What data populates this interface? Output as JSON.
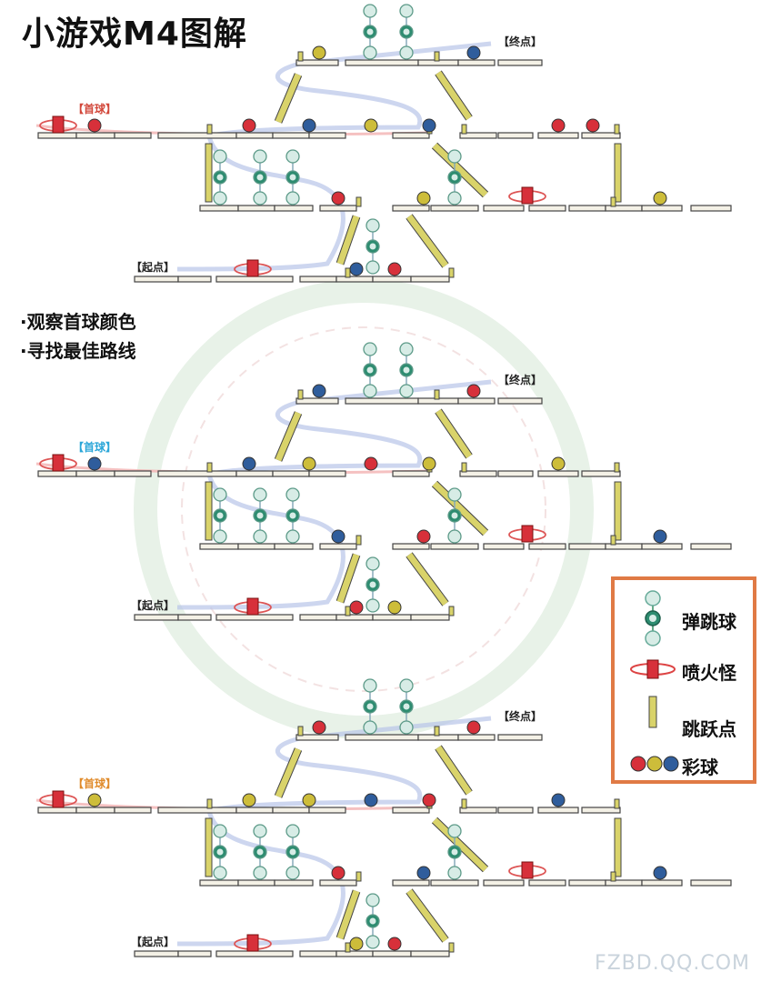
{
  "title": "小游戏M4图解",
  "tips": [
    "·观察首球颜色",
    "·寻找最佳路线"
  ],
  "labels": {
    "start": "【起点】",
    "end": "【终点】",
    "first_ball": "【首球】"
  },
  "legend": {
    "items": [
      {
        "icon": "bounce-ball-icon",
        "label": "弹跳球"
      },
      {
        "icon": "fire-monster-icon",
        "label": "喷火怪"
      },
      {
        "icon": "jump-point-icon",
        "label": "跳跃点"
      },
      {
        "icon": "color-balls-icon",
        "label": "彩球"
      }
    ]
  },
  "colors": {
    "red": "#d7303a",
    "yellow": "#cdbd3a",
    "blue": "#2f5d9c",
    "first_ball_label_1": "#d2473a",
    "first_ball_label_2": "#2aa6d8",
    "first_ball_label_3": "#e08a2a",
    "legend_border": "#e07a45",
    "platform_fill": "#f4f1e6",
    "platform_stroke": "#444444",
    "jump_fill": "#d9d36a",
    "path": "#b8c4e8"
  },
  "panels": [
    {
      "first_ball_color": "red",
      "row1_balls": [
        "yellow",
        "blue"
      ],
      "row2_balls": [
        "red",
        "blue",
        "yellow",
        "blue",
        "red",
        "red"
      ],
      "row3_balls": [
        "red",
        "yellow",
        "yellow"
      ],
      "row4_balls": [
        "blue",
        "red"
      ]
    },
    {
      "first_ball_color": "blue",
      "row1_balls": [
        "blue",
        "red"
      ],
      "row2_balls": [
        "blue",
        "yellow",
        "red",
        "yellow",
        "yellow"
      ],
      "row3_balls": [
        "blue",
        "red",
        "blue"
      ],
      "row4_balls": [
        "red",
        "yellow"
      ]
    },
    {
      "first_ball_color": "yellow",
      "row1_balls": [
        "red",
        "red"
      ],
      "row2_balls": [
        "yellow",
        "yellow",
        "blue",
        "red",
        "blue"
      ],
      "row3_balls": [
        "red",
        "blue",
        "blue"
      ],
      "row4_balls": [
        "yellow",
        "red"
      ]
    }
  ],
  "watermark": "FZBD.QQ.COM"
}
